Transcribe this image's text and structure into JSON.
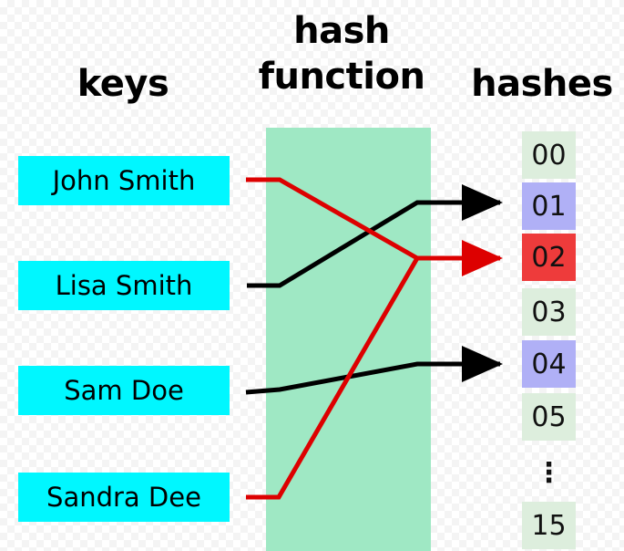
{
  "headings": {
    "keys": "keys",
    "hash_function_line1": "hash",
    "hash_function_line2": "function",
    "hashes": "hashes"
  },
  "colors": {
    "key_box": "#00f7ff",
    "hash_function_band": "#9fe8c4",
    "hash_cell_default": "#ddeedd",
    "hash_cell_mapped": "#b0b0f6",
    "hash_cell_collision": "#ee3b3b",
    "wire_normal": "#000000",
    "wire_collision": "#dd0000",
    "text": "#000000"
  },
  "keys": [
    {
      "label": "John Smith",
      "maps_to": "02",
      "wire": "collision"
    },
    {
      "label": "Lisa Smith",
      "maps_to": "01",
      "wire": "normal"
    },
    {
      "label": "Sam Doe",
      "maps_to": "04",
      "wire": "normal"
    },
    {
      "label": "Sandra Dee",
      "maps_to": "02",
      "wire": "collision"
    }
  ],
  "hashes": [
    {
      "label": "00",
      "state": "plain"
    },
    {
      "label": "01",
      "state": "mapped"
    },
    {
      "label": "02",
      "state": "clash"
    },
    {
      "label": "03",
      "state": "plain"
    },
    {
      "label": "04",
      "state": "mapped"
    },
    {
      "label": "05",
      "state": "plain"
    },
    {
      "label": "⋮",
      "state": "none"
    },
    {
      "label": "15",
      "state": "plain"
    }
  ]
}
